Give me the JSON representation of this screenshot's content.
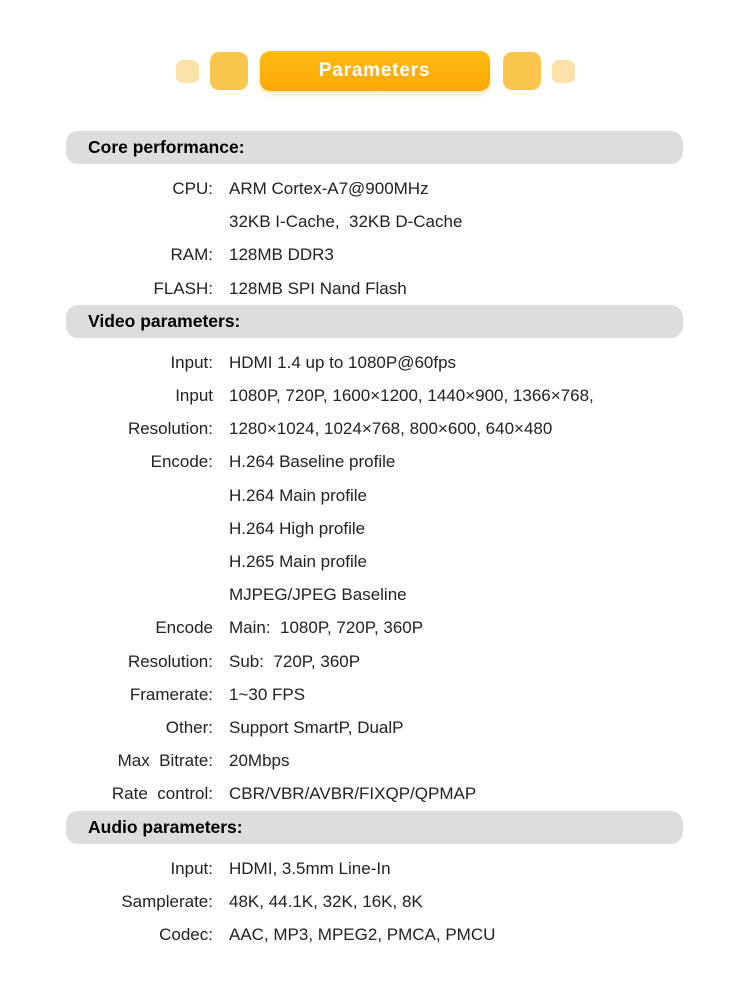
{
  "header": {
    "title": "Parameters",
    "badge_gradient_top": "#FFBB14",
    "badge_gradient_bottom": "#FFA802",
    "square_medium_color": "#FAC64D",
    "square_light_color": "#FCE2A8"
  },
  "section_bar_color": "#DDDDDD",
  "text_color": "#222222",
  "sections": [
    {
      "title": "Core performance:",
      "rows": [
        {
          "label": "CPU:",
          "value": "ARM Cortex-A7@900MHz"
        },
        {
          "label": "",
          "value": "32KB I-Cache,  32KB D-Cache"
        },
        {
          "label": "RAM:",
          "value": "128MB DDR3"
        },
        {
          "label": "FLASH:",
          "value": "128MB SPI Nand Flash"
        }
      ]
    },
    {
      "title": "Video parameters:",
      "rows": [
        {
          "label": "Input:",
          "value": "HDMI 1.4 up to 1080P@60fps"
        },
        {
          "label": "Input",
          "value": "1080P, 720P, 1600×1200, 1440×900, 1366×768,"
        },
        {
          "label": "Resolution:",
          "value": "1280×1024, 1024×768, 800×600, 640×480"
        },
        {
          "label": "Encode:",
          "value": "H.264 Baseline profile"
        },
        {
          "label": "",
          "value": "H.264 Main profile"
        },
        {
          "label": "",
          "value": "H.264 High profile"
        },
        {
          "label": "",
          "value": "H.265 Main profile"
        },
        {
          "label": "",
          "value": "MJPEG/JPEG Baseline"
        },
        {
          "label": "Encode",
          "value": "Main:  1080P, 720P, 360P"
        },
        {
          "label": "Resolution:",
          "value": "Sub:  720P, 360P"
        },
        {
          "label": "Framerate:",
          "value": "1~30 FPS"
        },
        {
          "label": "Other:",
          "value": "Support SmartP, DualP"
        },
        {
          "label": "Max  Bitrate:",
          "value": "20Mbps"
        },
        {
          "label": "Rate  control:",
          "value": "CBR/VBR/AVBR/FIXQP/QPMAP"
        }
      ]
    },
    {
      "title": "Audio parameters:",
      "rows": [
        {
          "label": "Input:",
          "value": "HDMI, 3.5mm Line-In"
        },
        {
          "label": "Samplerate:",
          "value": "48K, 44.1K, 32K, 16K, 8K"
        },
        {
          "label": "Codec:",
          "value": "AAC, MP3, MPEG2, PMCA, PMCU"
        }
      ]
    }
  ]
}
